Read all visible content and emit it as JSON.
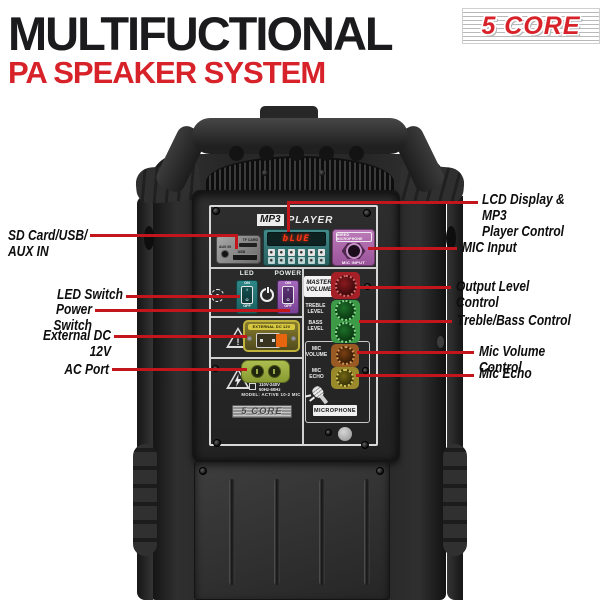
{
  "header": {
    "title": "MULTIFUCTIONAL",
    "subtitle": "PA SPEAKER SYSTEM",
    "brand": "5 CORE"
  },
  "callouts": {
    "left": [
      {
        "text": "SD Card/USB/\nAUX IN"
      },
      {
        "text": "LED Switch"
      },
      {
        "text": "Power Switch"
      },
      {
        "text": "External DC 12V"
      },
      {
        "text": "AC Port"
      }
    ],
    "right": [
      {
        "text": "LCD Display & MP3\nPlayer Control"
      },
      {
        "text": "MIC Input"
      },
      {
        "text": "Output Level Control"
      },
      {
        "text": "Treble/Bass Control"
      },
      {
        "text": "Mic Volume Control"
      },
      {
        "text": "Mic Echo"
      }
    ]
  },
  "panel": {
    "title_badge": "MP3",
    "title_rest": "PLAYER",
    "display_text": "bLUE",
    "sd": {
      "tf": "TF CARD",
      "aux": "AUX IN",
      "usb": "USB"
    },
    "mic_input": {
      "top_label": "WIRED MICROPHONE",
      "label": "MIC INPUT"
    },
    "led": {
      "title": "LED",
      "on": "ON",
      "off": "OFF",
      "i": "I",
      "o": "O"
    },
    "power": {
      "title": "POWER",
      "on": "ON",
      "off": "OFF",
      "i": "I",
      "o": "O"
    },
    "warning_mark": "!",
    "knobs": {
      "master": "MASTER\nVOLUME",
      "treble": "TREBLE\nLEVEL",
      "bass": "BASS\nLEVEL",
      "mic_volume": "MIC\nVOLUME",
      "mic_echo": "MIC\nECHO"
    },
    "dc_label": "EXTERNAL DC 12V",
    "voltage": "110V-240V\n50Hz-60Hz",
    "model": "MODEL: ACTIVE 10-2 MIC",
    "brand": "5 CORE",
    "microphone": "MICROPHONE"
  },
  "colors": {
    "callout_red": "#c3161c",
    "accent_red": "#d7222a"
  }
}
